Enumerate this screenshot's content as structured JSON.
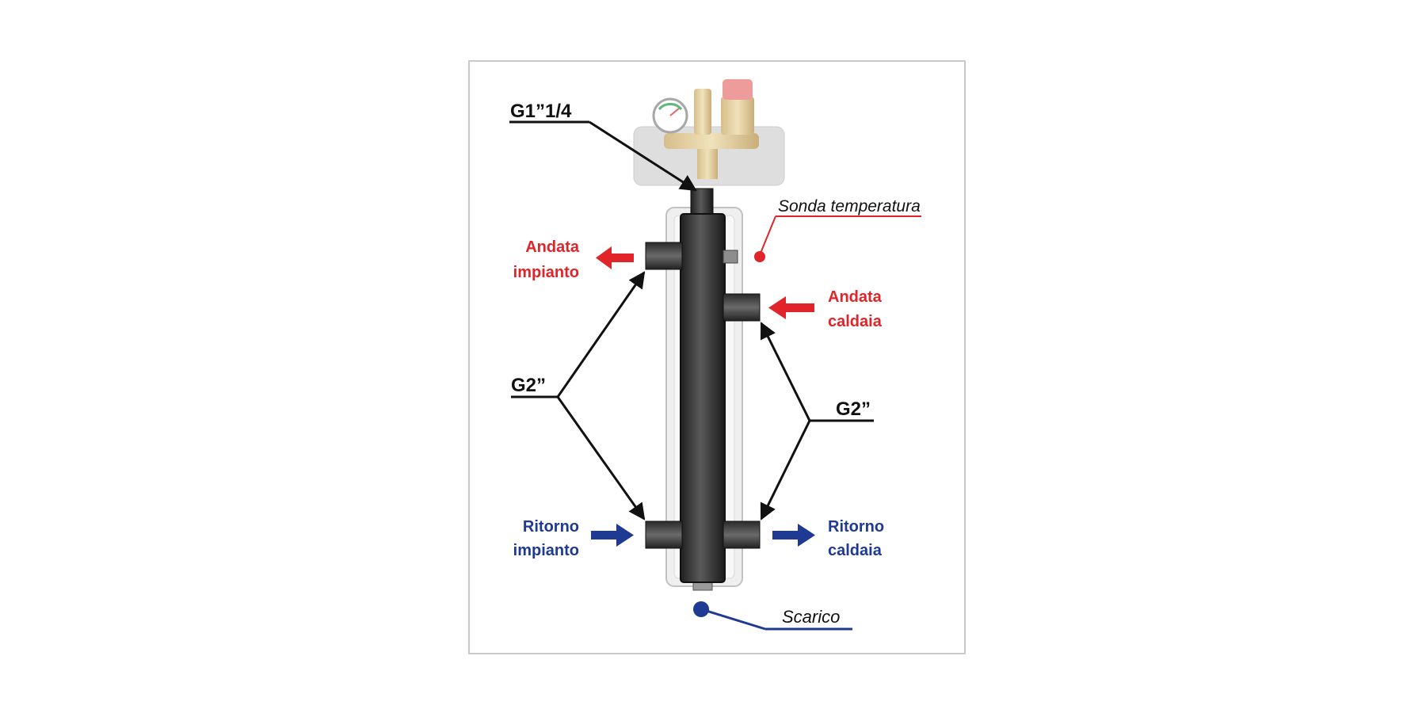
{
  "labels": {
    "top_fitting": "G1”1/4",
    "temperature_probe": "Sonda temperatura",
    "left_fitting": "G2”",
    "right_fitting": "G2”",
    "drain": "Scarico",
    "flow_system_line1": "Andata",
    "flow_system_line2": "impianto",
    "flow_boiler_line1": "Andata",
    "flow_boiler_line2": "caldaia",
    "return_system_line1": "Ritorno",
    "return_system_line2": "impianto",
    "return_boiler_line1": "Ritorno",
    "return_boiler_line2": "caldaia"
  },
  "colors": {
    "flow": "#e0242a",
    "return": "#1f3a93",
    "leader": "#111111",
    "pipe": "#3a3a3a",
    "frame": "#c9c9c9"
  }
}
